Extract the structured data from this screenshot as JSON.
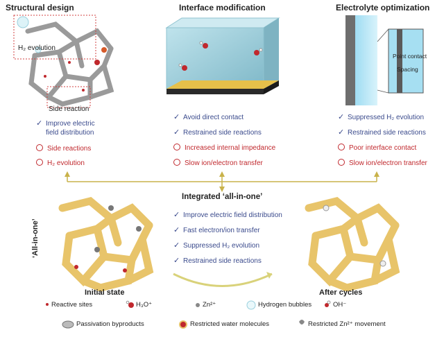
{
  "sections": {
    "structural": {
      "title": "Structural design",
      "h2_label": "H₂ evolution",
      "side_label": "Side reaction",
      "positives": [
        "Improve electric",
        "field distribution"
      ],
      "negatives": [
        "Side reactions",
        "H₂ evolution"
      ]
    },
    "interface": {
      "title": "Interface modification",
      "positives": [
        "Avoid direct contact",
        "Restrained side reactions"
      ],
      "negatives": [
        "Increased internal impedance",
        "Slow ion/electron transfer"
      ]
    },
    "electrolyte": {
      "title": "Electrolyte optimization",
      "point_contact": "Point contact",
      "spacing": "Spacing",
      "positives": [
        "Suppressed H₂ evolution",
        "Restrained side reactions"
      ],
      "negatives": [
        "Poor interface contact",
        "Slow ion/electron transfer"
      ]
    }
  },
  "integrated": {
    "title": "Integrated ‘all-in-one’",
    "side_label": "‘All-in-one’",
    "items": [
      "Improve electric field distribution",
      "Fast electron/ion transfer",
      "Suppressed H₂ evolution",
      "Restrained side reactions"
    ]
  },
  "states": {
    "initial": "Initial state",
    "after": "After cycles"
  },
  "legend": {
    "reactive_sites": "Reactive sites",
    "h3o": "H₃O⁺",
    "zn": "Zn²⁺",
    "bubbles": "Hydrogen bubbles",
    "oh": "OH⁻",
    "passivation": "Passivation byproducts",
    "water": "Restricted water molecules",
    "zn_move": "Restricted Zn²⁺ movement"
  },
  "colors": {
    "positive": "#3a4a8c",
    "negative": "#c0282d",
    "connector": "#c9b24a",
    "scaffold": "#e8c46a"
  }
}
